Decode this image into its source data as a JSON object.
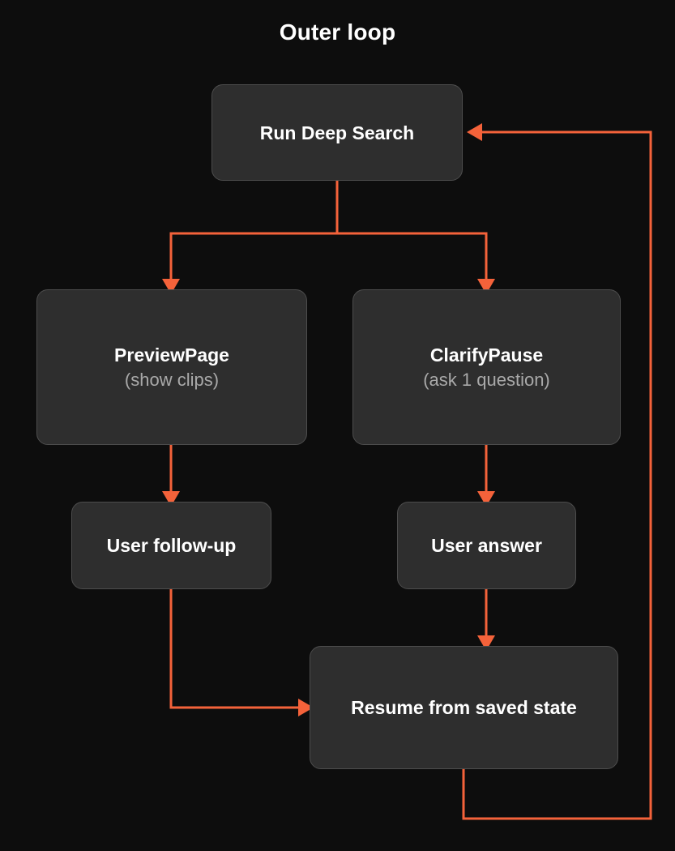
{
  "diagram": {
    "title": "Outer loop",
    "type": "flowchart",
    "background_color": "#0d0d0d",
    "node_fill_color": "#2e2e2e",
    "node_border_color": "#4d4d4d",
    "node_title_color": "#ffffff",
    "node_subtitle_color": "#a9a9a9",
    "edge_color": "#f4623a"
  },
  "nodes": [
    {
      "id": "run-deep-search",
      "title": "Run Deep Search",
      "subtitle": ""
    },
    {
      "id": "preview-page",
      "title": "PreviewPage",
      "subtitle": "(show clips)"
    },
    {
      "id": "clarify-pause",
      "title": "ClarifyPause",
      "subtitle": "(ask 1 question)"
    },
    {
      "id": "user-follow-up",
      "title": "User follow-up",
      "subtitle": ""
    },
    {
      "id": "user-answer",
      "title": "User answer",
      "subtitle": ""
    },
    {
      "id": "resume-state",
      "title": "Resume from saved state",
      "subtitle": ""
    }
  ],
  "edges": [
    {
      "id": "edge-run-to-preview",
      "from": "run-deep-search",
      "to": "preview-page",
      "label": ""
    },
    {
      "id": "edge-run-to-clarify",
      "from": "run-deep-search",
      "to": "clarify-pause",
      "label": ""
    },
    {
      "id": "edge-preview-to-follow",
      "from": "preview-page",
      "to": "user-follow-up",
      "label": ""
    },
    {
      "id": "edge-clarify-to-answer",
      "from": "clarify-pause",
      "to": "user-answer",
      "label": ""
    },
    {
      "id": "edge-follow-to-resume",
      "from": "user-follow-up",
      "to": "resume-state",
      "label": ""
    },
    {
      "id": "edge-answer-to-resume",
      "from": "user-answer",
      "to": "resume-state",
      "label": ""
    },
    {
      "id": "edge-resume-to-run",
      "from": "resume-state",
      "to": "run-deep-search",
      "label": ""
    }
  ]
}
